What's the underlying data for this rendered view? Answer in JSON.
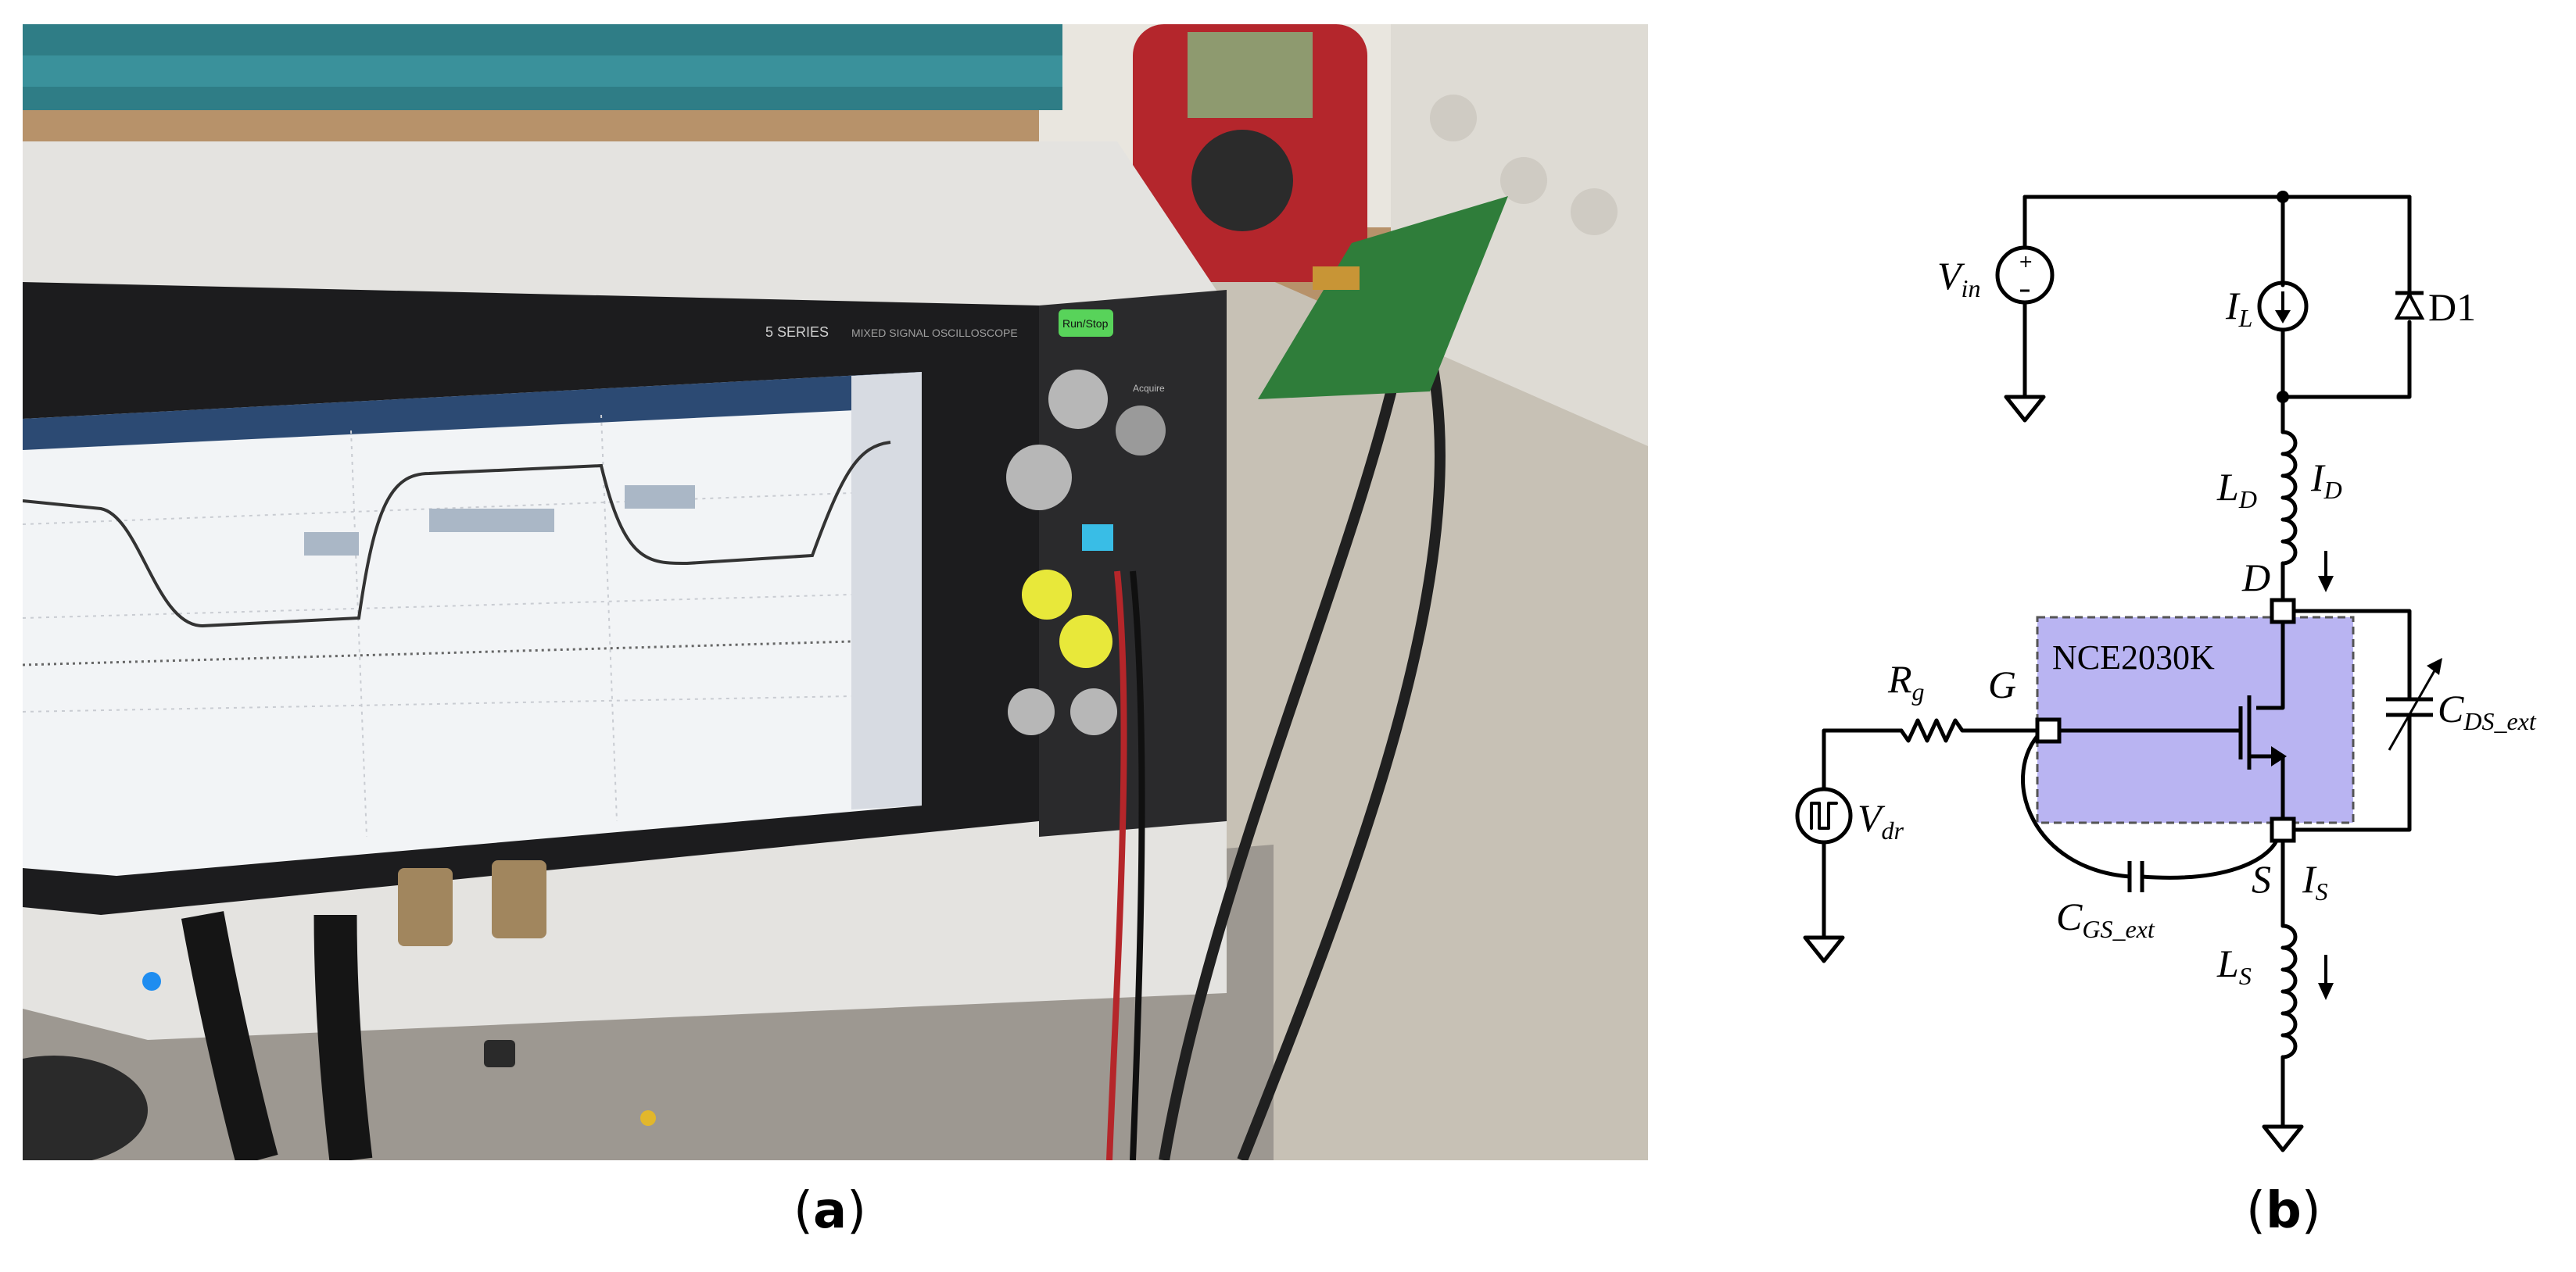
{
  "captions": {
    "a": "a",
    "b": "b"
  },
  "photo": {
    "scope_brand": "5 SERIES",
    "scope_subtitle": "MIXED SIGNAL OSCILLOSCOPE",
    "run_stop_label": "Run/Stop",
    "panel_label": "Acquire"
  },
  "schematic": {
    "device": "NCE2030K",
    "diode": "D1",
    "labels": {
      "vin": "V",
      "vin_sub": "in",
      "il": "I",
      "il_sub": "L",
      "ld": "L",
      "ld_sub": "D",
      "id": "I",
      "id_sub": "D",
      "d": "D",
      "rg": "R",
      "rg_sub": "g",
      "g": "G",
      "cds": "C",
      "cds_sub": "DS_ext",
      "vdr": "V",
      "vdr_sub": "dr",
      "s": "S",
      "is": "I",
      "is_sub": "S",
      "cgs": "C",
      "cgs_sub": "GS_ext",
      "ls": "L",
      "ls_sub": "S"
    }
  },
  "colors": {
    "device_fill": "#b9b4f2",
    "wire": "#000000",
    "screen": "#f2f4f6",
    "bezel": "#1c1c1e"
  }
}
